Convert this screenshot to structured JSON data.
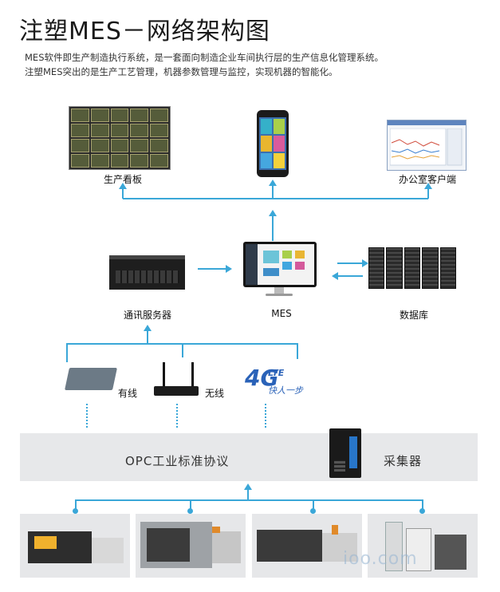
{
  "page": {
    "title": "注塑MES－网络架构图",
    "description_lines": [
      "MES软件即生产制造执行系统，是一套面向制造企业车间执行层的生产信息化管理系统。",
      "注塑MES突出的是生产工艺管理，机器参数管理与监控，实现机器的智能化。"
    ]
  },
  "top_nodes": {
    "board_label": "生产看板",
    "office_label": "办公室客户端"
  },
  "middle_nodes": {
    "server_label": "通讯服务器",
    "mes_label": "MES",
    "database_label": "数据库"
  },
  "network": {
    "wired_label": "有线",
    "wireless_label": "无线",
    "lte_main": "4G",
    "lte_suffix": "LTE",
    "lte_slogan": "快人一步"
  },
  "opc": {
    "protocol_label": "OPC工业标准协议",
    "collector_label": "采集器"
  },
  "watermark": "ioo.com",
  "colors": {
    "connector": "#3aa7d8",
    "band": "#e7e8ea",
    "lte": "#2a62b8"
  }
}
